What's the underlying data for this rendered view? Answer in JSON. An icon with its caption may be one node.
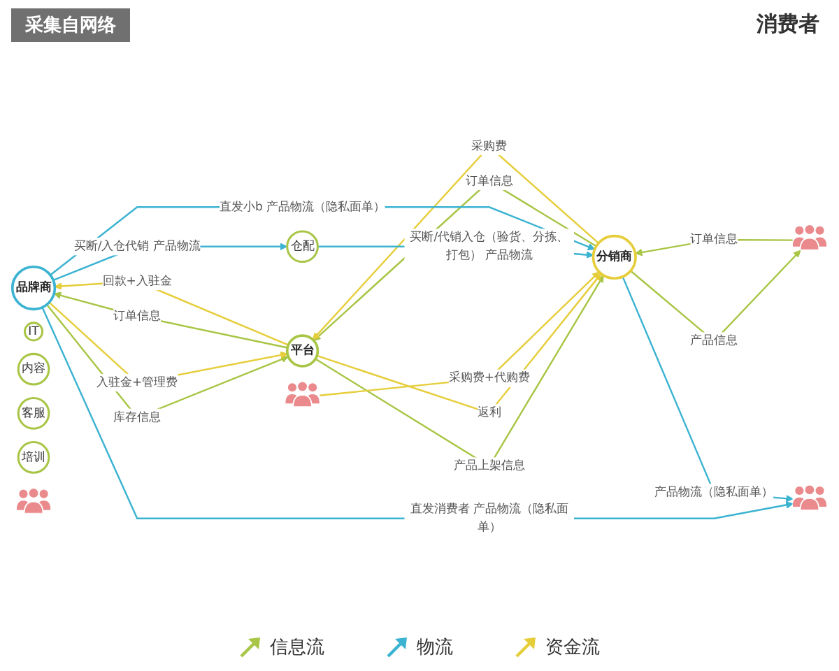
{
  "diagram": {
    "nodes": [
      {
        "text": [
          "品牌商"
        ]
      },
      {
        "text": [
          "平台"
        ]
      },
      {
        "text": [
          "IT"
        ]
      },
      {
        "text": [
          "内容"
        ]
      },
      {
        "text": [
          "客服"
        ]
      },
      {
        "text": [
          "仓配"
        ]
      },
      {
        "text": [
          "培训"
        ]
      },
      {
        "text": [
          "分销商"
        ]
      },
      {
        "text": [],
        "shape": "person"
      },
      {
        "text": [],
        "shape": "person"
      },
      {
        "text": [],
        "shape": "person"
      },
      {
        "text": [],
        "shape": "person"
      }
    ],
    "edges": [
      {
        "from": 0,
        "to": 1,
        "arrow": "to",
        "label": "库存信息"
      },
      {
        "from": 1,
        "to": 0,
        "arrow": "to",
        "label": "订单信息"
      },
      {
        "from": 0,
        "to": 1,
        "arrow": "to",
        "label": "入驻金+管理费",
        "color": "#e6cd3a"
      },
      {
        "from": 1,
        "to": 0,
        "arrow": "to",
        "label": "回款+入驻金",
        "color": "#e6cd3a"
      },
      {
        "from": 1,
        "to": 7,
        "arrow": "to",
        "label": "产品上架信息"
      },
      {
        "from": 7,
        "to": 1,
        "arrow": "to",
        "label": "订单信息"
      },
      {
        "from": 1,
        "to": 7,
        "arrow": "to",
        "label": "返利",
        "color": "#e6cd3a"
      },
      {
        "from": 7,
        "to": 1,
        "arrow": "to",
        "label": "采购费",
        "color": "#e6cd3a"
      },
      {
        "from": 7,
        "to": 8,
        "arrow": "to",
        "label": "产品信息"
      },
      {
        "from": 8,
        "to": 7,
        "arrow": "to",
        "label": "订单信息"
      },
      {
        "from": 10,
        "to": 7,
        "arrow": "to",
        "label": "采购费+代购费",
        "color": "#e6cd3a"
      },
      {
        "from": 0,
        "to": 5,
        "arrow": "to",
        "label": "买断/入仓代销 产品物流",
        "color": "#3bb3d1"
      },
      {
        "from": 5,
        "to": 7,
        "arrow": "to",
        "label": "买断/代销入仓（验货、分拣、打包） 产品物流",
        "color": "#3bb3d1"
      },
      {
        "from": 0,
        "to": 7,
        "arrow": "to",
        "label": "直发小b 产品物流（隐私面单）",
        "color": "#3bb3d1"
      },
      {
        "from": 0,
        "to": 11,
        "arrow": "to",
        "label": "直发消费者 产品物流（隐私面单）",
        "color": "#3bb3d1"
      },
      {
        "from": 7,
        "to": 11,
        "arrow": "to",
        "label": "产品物流（隐私面单）",
        "color": "#3bb3d1"
      }
    ],
    "labels": [
      "采集自网络",
      "消费者"
    ],
    "legend": [
      {
        "text": "信息流"
      },
      {
        "text": "物流"
      },
      {
        "text": "资金流"
      }
    ]
  }
}
